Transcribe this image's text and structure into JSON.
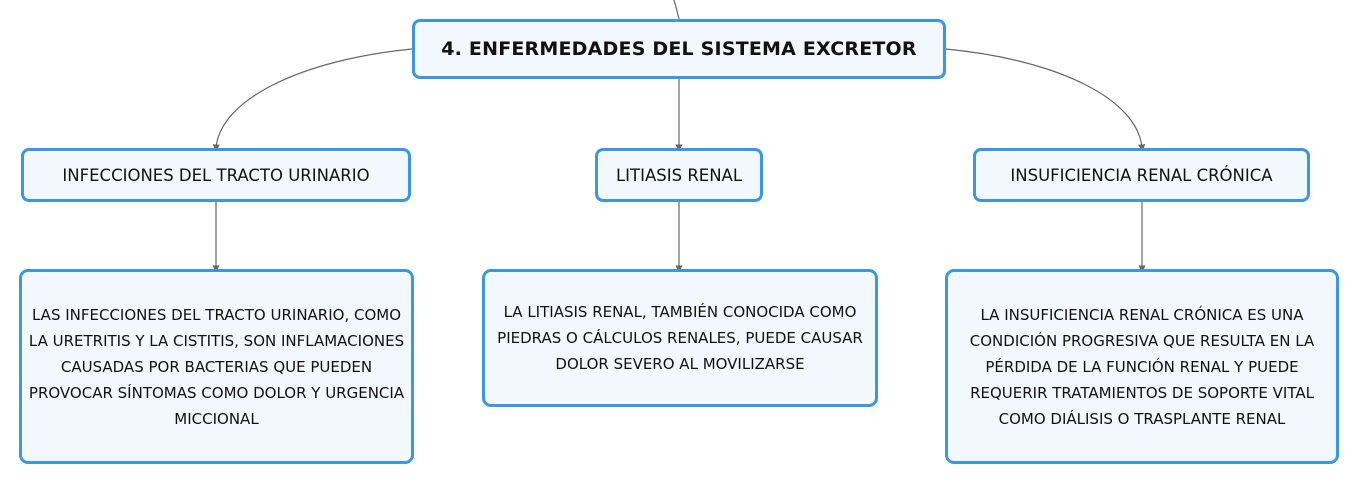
{
  "root": {
    "label": "4. ENFERMEDADES DEL SISTEMA EXCRETOR"
  },
  "branches": [
    {
      "label": "INFECCIONES DEL TRACTO URINARIO",
      "detail": "LAS INFECCIONES DEL TRACTO URINARIO, COMO LA URETRITIS Y LA CISTITIS, SON INFLAMACIONES CAUSADAS POR BACTERIAS QUE PUEDEN PROVOCAR SÍNTOMAS COMO DOLOR Y URGENCIA MICCIONAL"
    },
    {
      "label": "LITIASIS RENAL",
      "detail": "LA LITIASIS RENAL, TAMBIÉN CONOCIDA COMO PIEDRAS O CÁLCULOS RENALES, PUEDE CAUSAR DOLOR SEVERO AL MOVILIZARSE"
    },
    {
      "label": "INSUFICIENCIA RENAL CRÓNICA",
      "detail": "LA INSUFICIENCIA RENAL CRÓNICA ES UNA CONDICIÓN PROGRESIVA QUE RESULTA EN LA PÉRDIDA DE LA FUNCIÓN RENAL Y PUEDE REQUERIR TRATAMIENTOS DE SOPORTE VITAL COMO DIÁLISIS O TRASPLANTE RENAL"
    }
  ],
  "colors": {
    "border": "#3a97e0",
    "fill": "#f2f8fd",
    "connector": "#666666"
  }
}
